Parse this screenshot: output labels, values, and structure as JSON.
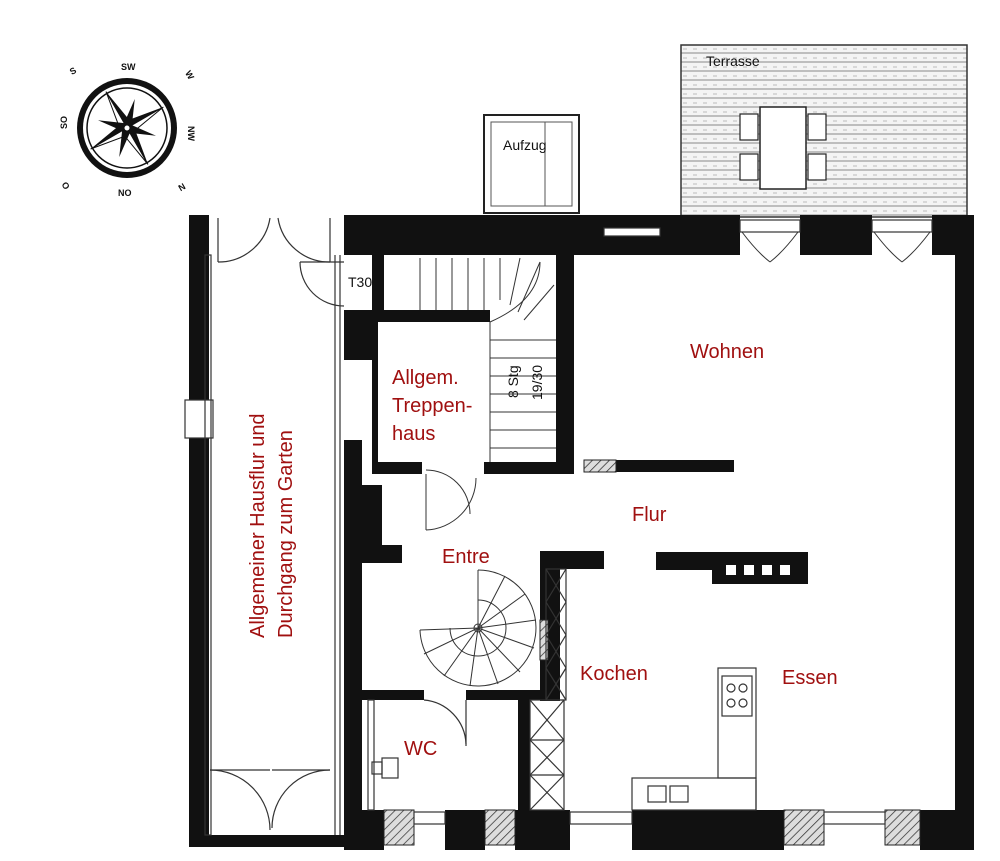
{
  "colors": {
    "label": "#a01010",
    "wall": "#111111",
    "line": "#222222",
    "background": "#ffffff"
  },
  "labels": {
    "terrasse": "Terrasse",
    "aufzug": "Aufzug",
    "t30": "T30",
    "stair_spec_1": "8 Stg",
    "stair_spec_2": "19/30",
    "wohnen": "Wohnen",
    "treppenhaus_1": "Allgem.",
    "treppenhaus_2": "Treppen-",
    "treppenhaus_3": "haus",
    "flur": "Flur",
    "entre": "Entre",
    "kochen": "Kochen",
    "essen": "Essen",
    "wc": "WC",
    "hausflur_1": "Allgemeiner Hausflur und",
    "hausflur_2": "Durchgang zum Garten"
  },
  "compass": {
    "icon": "compass-rose-icon",
    "directions": [
      "S",
      "SW",
      "W",
      "NW",
      "N",
      "NO",
      "O",
      "SO"
    ]
  }
}
